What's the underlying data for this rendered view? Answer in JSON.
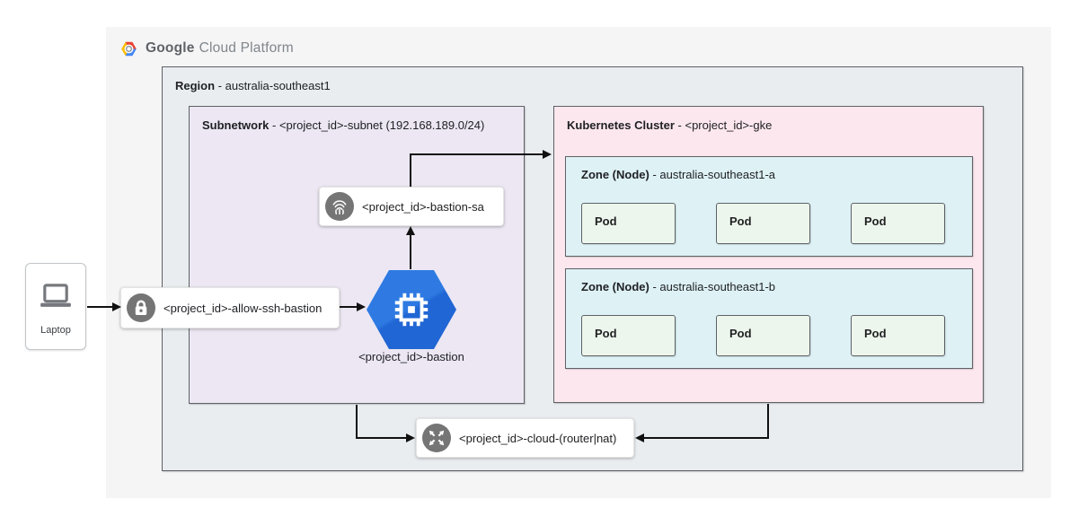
{
  "header": {
    "brand_primary": "Google",
    "brand_secondary": "Cloud Platform",
    "logo": "gcp-hexagon-logo"
  },
  "region": {
    "label_bold": "Region",
    "label_rest": " - australia-southeast1"
  },
  "subnetwork": {
    "label_bold": "Subnetwork",
    "label_rest": " - <project_id>-subnet (192.168.189.0/24)"
  },
  "cluster": {
    "label_bold": "Kubernetes Cluster",
    "label_rest": " - <project_id>-gke"
  },
  "zones": [
    {
      "label_bold": "Zone (Node)",
      "label_rest": " - australia-southeast1-a",
      "pods": [
        "Pod",
        "Pod",
        "Pod"
      ]
    },
    {
      "label_bold": "Zone (Node)",
      "label_rest": " - australia-southeast1-b",
      "pods": [
        "Pod",
        "Pod",
        "Pod"
      ]
    }
  ],
  "nodes": {
    "laptop": {
      "label": "Laptop",
      "icon": "laptop-icon"
    },
    "firewall": {
      "label": "<project_id>-allow-ssh-bastion",
      "icon": "lock-icon"
    },
    "service_account": {
      "label": "<project_id>-bastion-sa",
      "icon": "fingerprint-icon"
    },
    "bastion": {
      "label": "<project_id>-bastion",
      "icon": "compute-engine-icon"
    },
    "router": {
      "label": "<project_id>-cloud-(router|nat)",
      "icon": "router-icon"
    }
  },
  "connections": [
    {
      "from": "laptop",
      "to": "firewall"
    },
    {
      "from": "firewall",
      "to": "bastion"
    },
    {
      "from": "bastion",
      "to": "service_account"
    },
    {
      "from": "service_account",
      "to": "cluster"
    },
    {
      "from": "subnetwork",
      "to": "router"
    },
    {
      "from": "cluster",
      "to": "router"
    }
  ],
  "colors": {
    "panel_bg": "#f5f5f6",
    "region_bg": "#e9edf0",
    "subnetwork_bg": "#ece7f3",
    "cluster_bg": "#fce7ee",
    "zone_bg": "#def2f6",
    "pod_bg": "#edf6ec",
    "icon_circle_gray": "#757575",
    "compute_engine_blue": "#2472dd",
    "logo_red": "#ea4335",
    "logo_yellow": "#fbbc05",
    "logo_blue": "#4285f4",
    "arrow": "#111111"
  }
}
